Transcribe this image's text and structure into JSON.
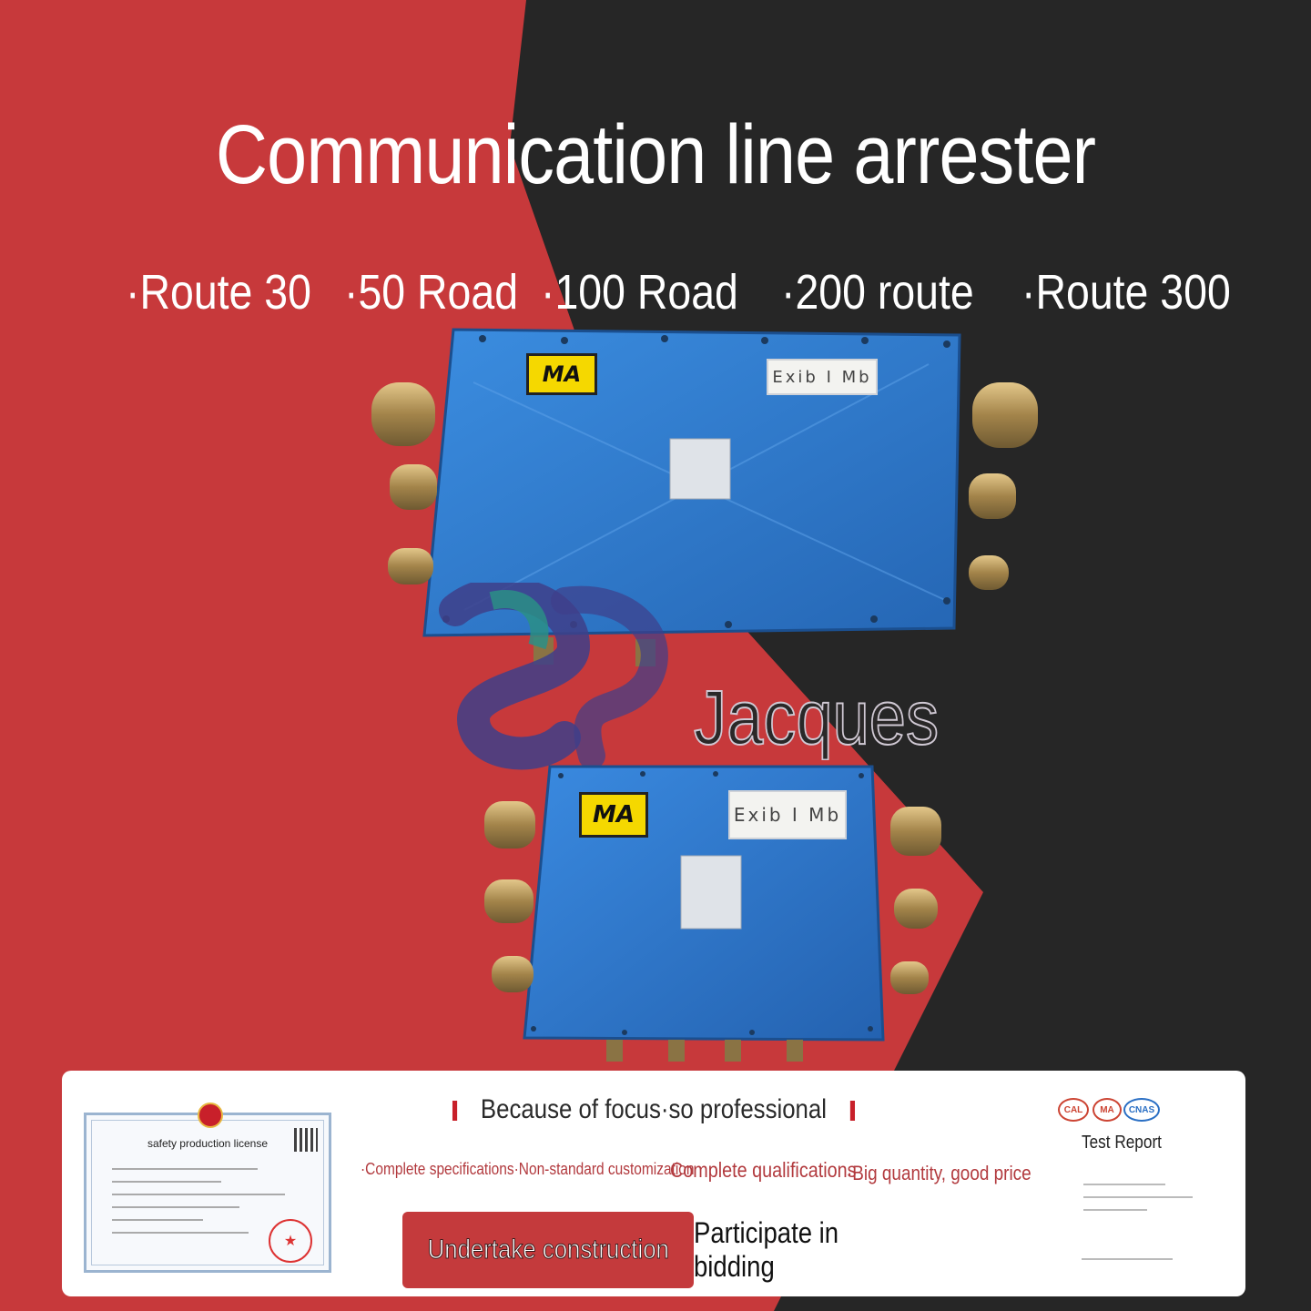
{
  "title": "Communication line arrester",
  "routes": [
    "·Route 30",
    "·50 Road",
    "·100 Road",
    "·200 route",
    "·Route 300"
  ],
  "brand": "Jacques",
  "device_labels": {
    "ma": "MA",
    "exib": "Exib I Mb"
  },
  "banner": {
    "certificate_title": "safety production license",
    "slogan": "Because of focus·so professional",
    "features": [
      "·Complete specifications·Non-standard customization",
      "Complete qualifications",
      "·Big quantity, good price"
    ],
    "btn_construction": "Undertake construction",
    "btn_bidding": "Participate in bidding",
    "report_title": "Test Report"
  },
  "colors": {
    "red": "#c7393b",
    "dark": "#262626",
    "box_blue": "#2f7fd0",
    "accent": "#b23a3e"
  }
}
